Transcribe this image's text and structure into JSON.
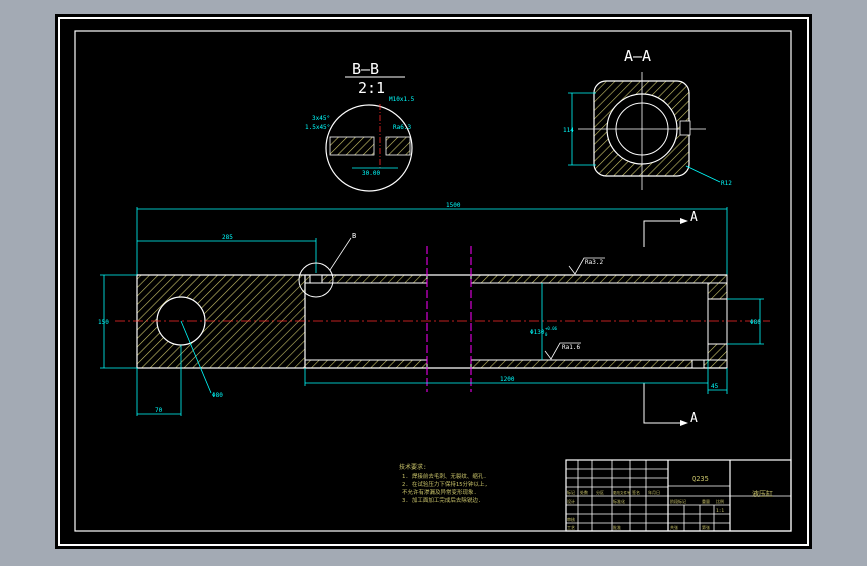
{
  "colors": {
    "background": "#a3aab4",
    "paper": "#000000",
    "frame": "#ffffff",
    "part_outline": "#ffffff",
    "hatch": "#c9c36a",
    "dimension": "#00ffff",
    "centerline": "#ff2a2a",
    "break_line": "#ff00ff",
    "title_text": "#c9c36a",
    "notes": "#c9c36a"
  },
  "section_bb": {
    "title": "B—B",
    "scale": "2:1",
    "dims": [
      "M10x1.5",
      "3x45°",
      "1.5x45°",
      "Ra6.3",
      "30.00"
    ]
  },
  "section_aa": {
    "title": "A—A",
    "dims": [
      "114",
      "R12"
    ]
  },
  "main_view": {
    "section_marker_top": "A",
    "section_marker_bottom": "A",
    "detail_marker": "B",
    "dims": {
      "overall_length": "1500",
      "detail_position": "285",
      "height": "150",
      "bore": "Φ130",
      "bore_tol": "+0.06",
      "bore_tol_low": "0",
      "right_dia": "Φ80",
      "hole_dia": "Φ80",
      "hole_offset": "70",
      "bore_length": "1200",
      "end_length": "45",
      "ra_top": "Ra3.2",
      "ra_bottom": "Ra1.6"
    }
  },
  "notes": {
    "heading": "技术要求:",
    "items": [
      "1. 焊接前去毛刺、无裂纹、缩孔.",
      "2. 在试验压力下保持15分钟以上,",
      "   不允许有渗漏及异常变形现象.",
      "3. 加工面加工完成后去除锐边."
    ]
  },
  "title_block": {
    "material": "Q235",
    "part_name": "液压缸",
    "cells": [
      "标记",
      "处数",
      "分区",
      "更改文件号",
      "签名",
      "年月日",
      "设计",
      "标准化",
      "审核",
      "工艺",
      "批准",
      "阶段标记",
      "重量",
      "比例",
      "共张",
      "第张",
      "1:1"
    ]
  }
}
